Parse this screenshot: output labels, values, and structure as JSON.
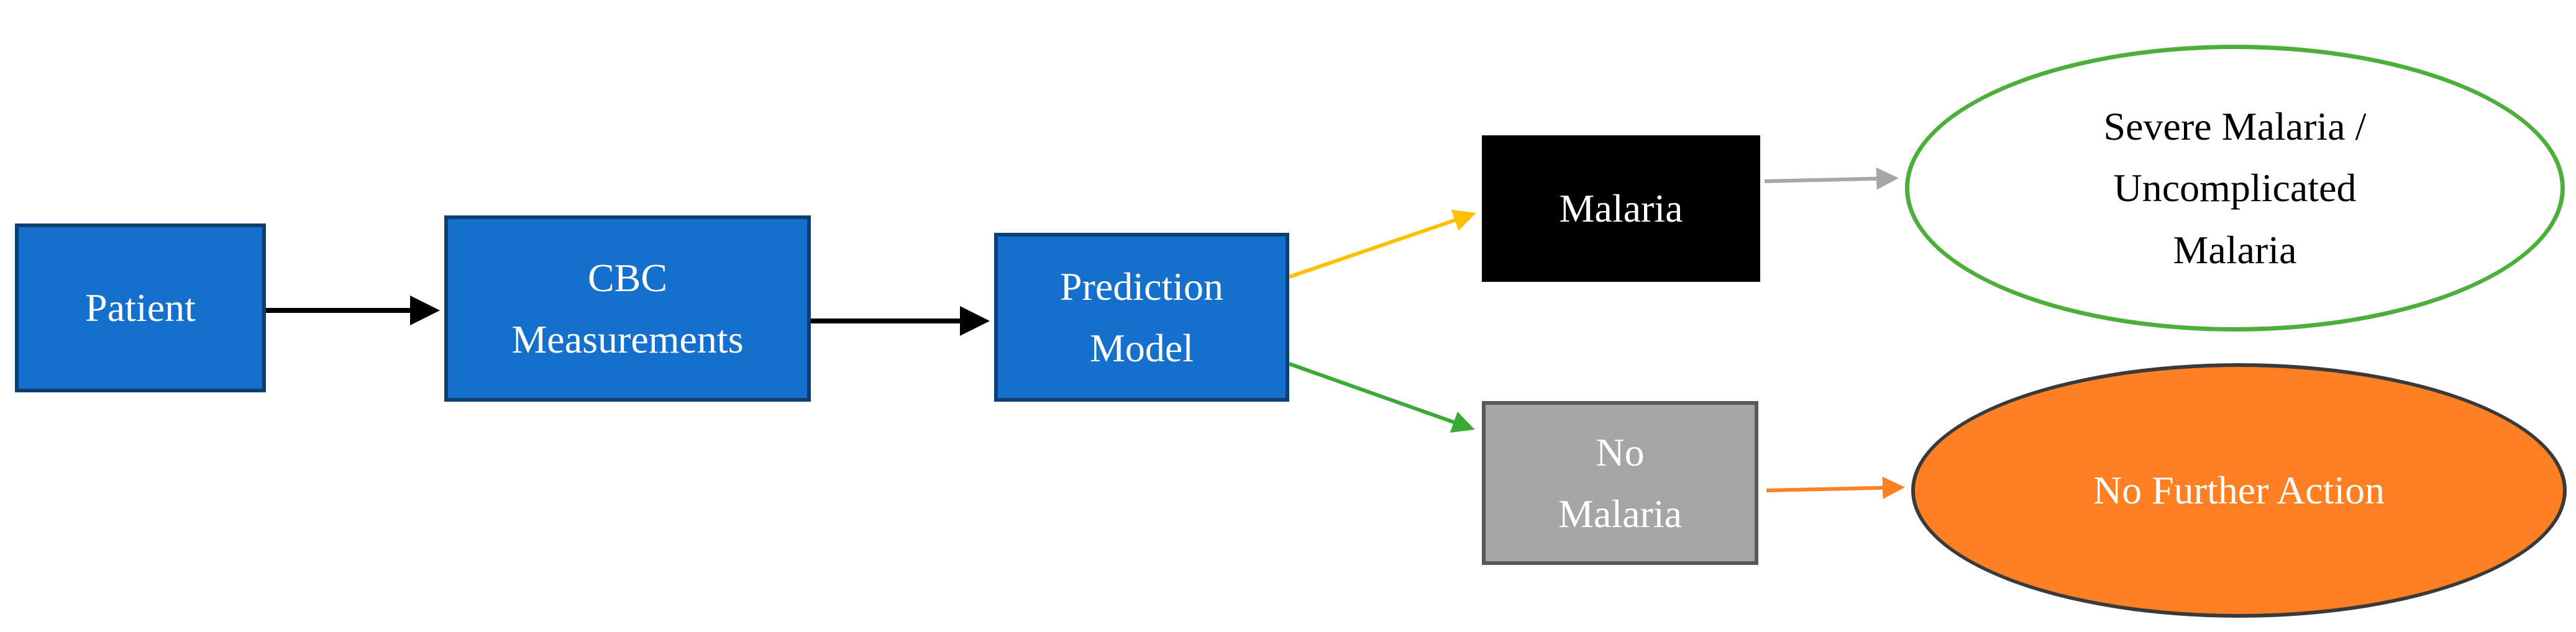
{
  "nodes": {
    "patient": "Patient",
    "cbc": [
      "CBC",
      "Measurements"
    ],
    "prediction_model": [
      "Prediction",
      "Model"
    ],
    "malaria": "Malaria",
    "no_malaria": [
      "No",
      "Malaria"
    ],
    "severe_malaria": [
      "Severe Malaria /",
      "Uncomplicated",
      "Malaria"
    ],
    "no_further_action": "No Further Action"
  },
  "colors": {
    "process_box": "#1470cc",
    "malaria_box": "#000000",
    "no_malaria_box": "#a6a6a6",
    "no_further_action": "#ff7f23",
    "severe_outline": "#4caf3a",
    "arrow_black": "#000000",
    "arrow_yellow": "#ffc000",
    "arrow_green": "#3aaa35",
    "arrow_gray": "#a6a6a6",
    "arrow_orange": "#ff7f23"
  }
}
